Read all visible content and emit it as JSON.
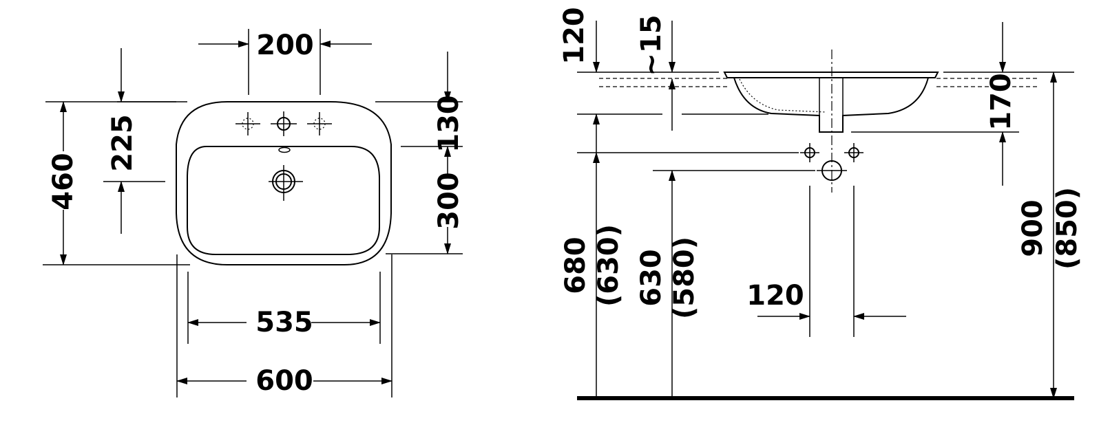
{
  "drawing": {
    "line_color": "#000000",
    "background": "#ffffff",
    "top_view": {
      "labels": {
        "tap_spacing": "200",
        "tap_to_edge": "225",
        "overall_depth": "460",
        "back_rim": "130",
        "bowl_depth": "300",
        "bowl_width": "535",
        "overall_width": "600"
      }
    },
    "side_view": {
      "labels": {
        "rim_above_counter": "120",
        "overhang": "~15",
        "bowl_height": "170",
        "drain_spacing": "120",
        "waste_height": "680",
        "waste_height_alt": "(630)",
        "supply_height": "630",
        "supply_height_alt": "(580)",
        "rim_height": "900",
        "rim_height_alt": "(850)"
      }
    }
  }
}
